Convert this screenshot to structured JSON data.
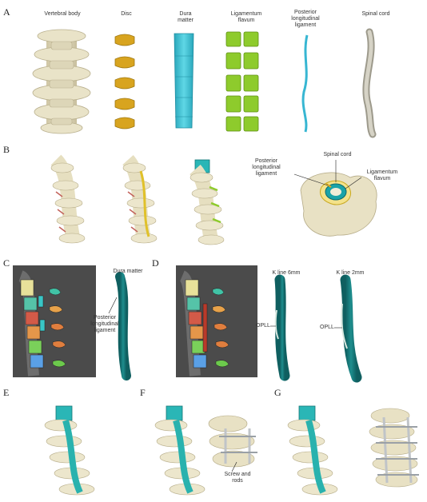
{
  "panels": {
    "A": {
      "letter": "A",
      "labels": [
        "Vertebral body",
        "Disc",
        "Dura\nmatter",
        "Ligamentum\nflavum",
        "Posterior\nlongitudinal\nligament",
        "Spinal cord"
      ]
    },
    "B": {
      "letter": "B",
      "annotations": {
        "pll": "Posterior\nlongitudinal\nligament",
        "cord": "Spinal cord",
        "lf": "Ligamentum\nflavum"
      }
    },
    "C": {
      "letter": "C",
      "dura": "Dura matter",
      "pll": "Posterior\nlongitudinal\nligament"
    },
    "D": {
      "letter": "D",
      "k6": "K line 6mm",
      "k2": "K line 2mm",
      "opll1": "OPLL",
      "opll2": "OPLL"
    },
    "E": {
      "letter": "E"
    },
    "F": {
      "letter": "F",
      "screws": "Screw and\nrods"
    },
    "G": {
      "letter": "G"
    }
  },
  "colors": {
    "bone": "#e8e1c4",
    "bone_shade": "#c9c0a0",
    "disc": "#d9a520",
    "dura": "#3cc3d6",
    "flavum": "#8fcb2a",
    "pll": "#37b6d2",
    "cord": "#c9c6b8",
    "dura_dark": "#1d8a8a",
    "ct_bg": "#4b4b4b"
  }
}
